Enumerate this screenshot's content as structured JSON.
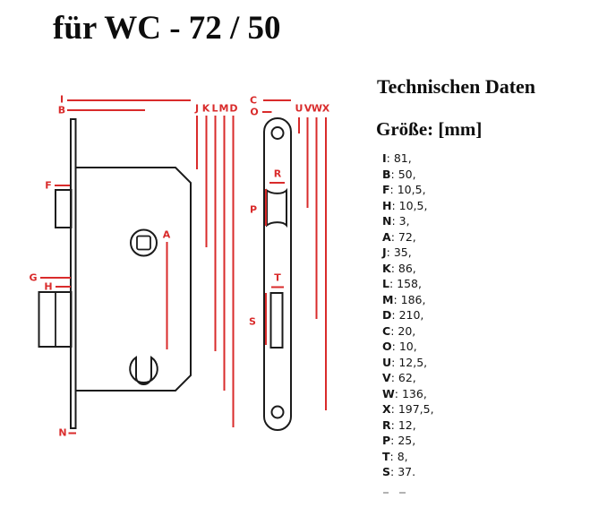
{
  "title": "für WC - 72 / 50",
  "tech_panel": {
    "heading": "Technischen Daten",
    "size_heading": "Größe: [mm]",
    "entries": [
      {
        "key": "I",
        "value": "81,"
      },
      {
        "key": "B",
        "value": "50,"
      },
      {
        "key": "F",
        "value": "10,5,"
      },
      {
        "key": "H",
        "value": "10,5,"
      },
      {
        "key": "N",
        "value": "3,"
      },
      {
        "key": "A",
        "value": "72,"
      },
      {
        "key": "J",
        "value": "35,"
      },
      {
        "key": "K",
        "value": "86,"
      },
      {
        "key": "L",
        "value": "158,"
      },
      {
        "key": "M",
        "value": "186,"
      },
      {
        "key": "D",
        "value": "210,"
      },
      {
        "key": "C",
        "value": "20,"
      },
      {
        "key": "O",
        "value": "10,"
      },
      {
        "key": "U",
        "value": "12,5,"
      },
      {
        "key": "V",
        "value": "62,"
      },
      {
        "key": "W",
        "value": "136,"
      },
      {
        "key": "X",
        "value": "197,5,"
      },
      {
        "key": "R",
        "value": "12,"
      },
      {
        "key": "P",
        "value": "25,"
      },
      {
        "key": "T",
        "value": "8,"
      },
      {
        "key": "S",
        "value": "37."
      }
    ]
  },
  "diagram": {
    "labels": {
      "I": "I",
      "B": "B",
      "J": "J",
      "K": "K",
      "L": "L",
      "M": "M",
      "D": "D",
      "C": "C",
      "O": "O",
      "U": "U",
      "V": "V",
      "W": "W",
      "X": "X",
      "F": "F",
      "G": "G",
      "H": "H",
      "A": "A",
      "N": "N",
      "R": "R",
      "P": "P",
      "T": "T",
      "S": "S"
    }
  },
  "colors": {
    "dimension_red": "#d92b2b",
    "outline_black": "#1b1b1b"
  }
}
